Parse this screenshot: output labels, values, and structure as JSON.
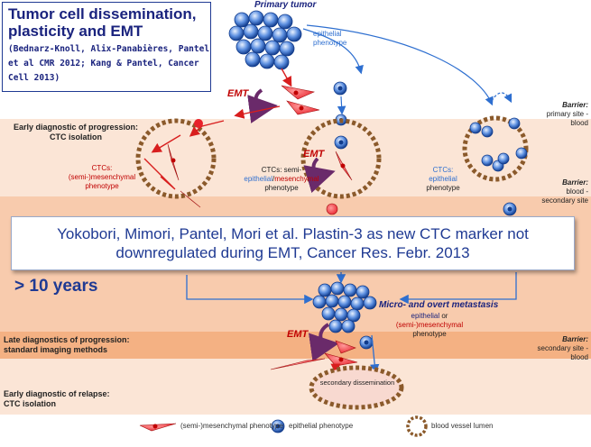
{
  "title": {
    "main": "Tumor cell dissemination, plasticity and EMT",
    "reference": "(Bednarz-Knoll, Alix-Panabières, Pantel et al CMR 2012; Kang & Pantel, Cancer Cell 2013)"
  },
  "labels": {
    "primary_tumor": "Primary tumor",
    "epithelial_phenotype_top": "epithelial\nphenotype",
    "emt": "EMT",
    "micro_overt": "Micro- and overt metastasis",
    "secondary_dissemination": "secondary dissemination"
  },
  "bands": {
    "early_progression": "Early diagnostic of progression:\nCTC isolation",
    "late_progression": "Late diagnostics of progression:\nstandard imaging methods",
    "early_relapse": "Early diagnostic of relapse:\nCTC isolation"
  },
  "barriers": {
    "primary": {
      "title": "Barrier:",
      "text": "primary site -\nblood"
    },
    "blood_secondary": {
      "title": "Barrier:",
      "text": "blood -\nsecondary site"
    },
    "secondary_blood": {
      "title": "Barrier:",
      "text": "secondary site -\nblood"
    }
  },
  "ctc_groups": {
    "mesenchymal": {
      "title": "CTCs:",
      "line1": "(semi-)mesenchymal",
      "line2": "phenotype"
    },
    "mixed": {
      "title": "CTCs: semi-",
      "epithelial": "epithelial",
      "slash": "/",
      "mesenchymal": "mesenchymal",
      "line2": "phenotype"
    },
    "epithelial": {
      "title": "CTCs:",
      "line1": "epithelial",
      "line2": "phenotype"
    }
  },
  "metastasis_phenotype": {
    "line1a": "epithelial",
    "line1b": " or",
    "line2": "(semi-)mesenchymal",
    "line3": "phenotype"
  },
  "callout": {
    "text": "Yokobori, Mimori, Pantel, Mori et al. Plastin-3 as new CTC marker not downregulated during EMT, Cancer Res. Febr. 2013"
  },
  "years": "> 10 years",
  "legend": {
    "mesenchymal": "(semi-)mesenchymal phenotype",
    "epithelial": "epithelial phenotype",
    "vessel": "blood vessel lumen"
  },
  "colors": {
    "band_light": "#fbe5d6",
    "band_mid": "#f8cbad",
    "band_dark": "#f4b183",
    "epithelial_blue": "#1f5fc8",
    "mesenchymal_red": "#e8202a",
    "vessel_brown": "#8b5a2b",
    "title_navy": "#1a237e"
  }
}
